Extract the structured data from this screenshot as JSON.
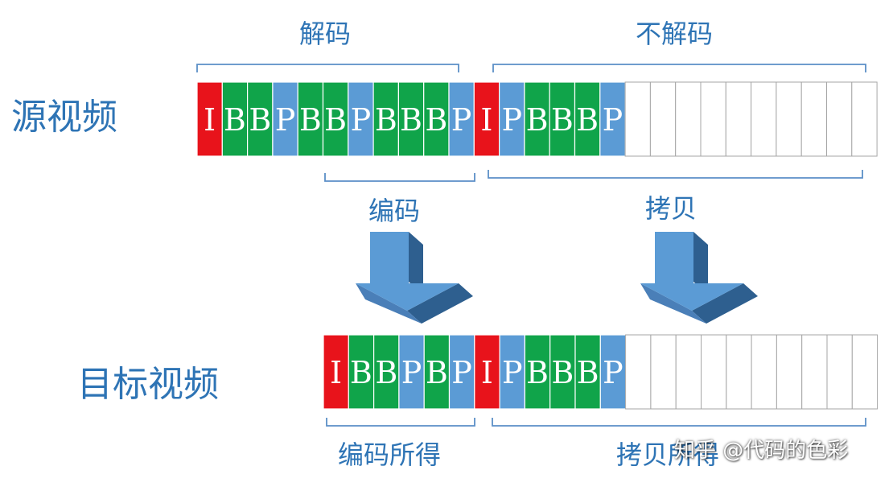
{
  "labels": {
    "source_video": "源视频",
    "target_video": "目标视频",
    "decode": "解码",
    "no_decode": "不解码",
    "encode": "编码",
    "copy": "拷贝",
    "encoded_result": "编码所得",
    "copied_result": "拷贝所得"
  },
  "watermark": "知乎 @代码的色彩",
  "colors": {
    "I": "#e8131b",
    "B": "#10a44a",
    "P": "#5b9bd5",
    "empty": "#ffffff",
    "frame_border": "#a6a6a6",
    "bracket": "#5b8fc7",
    "arrow_front": "#5b9bd5",
    "arrow_side": "#2e5f8f",
    "text": "#2e74b5"
  },
  "rows": {
    "source": {
      "frames": [
        "I",
        "B",
        "B",
        "P",
        "B",
        "B",
        "P",
        "B",
        "B",
        "B",
        "P",
        "I",
        "P",
        "B",
        "B",
        "B",
        "P",
        "",
        "",
        "",
        "",
        "",
        "",
        "",
        "",
        "",
        ""
      ]
    },
    "target": {
      "frames": [
        "I",
        "B",
        "B",
        "P",
        "B",
        "P",
        "I",
        "P",
        "B",
        "B",
        "B",
        "P",
        "",
        "",
        "",
        "",
        "",
        "",
        "",
        "",
        "",
        ""
      ]
    }
  }
}
